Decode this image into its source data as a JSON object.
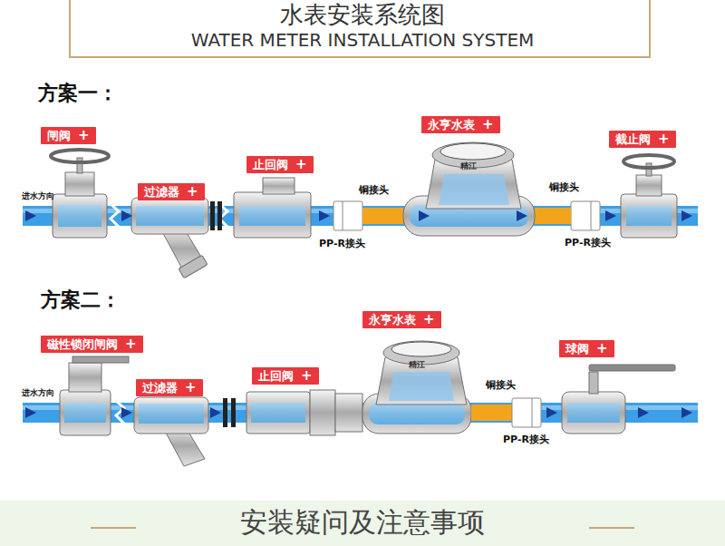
{
  "diagram": {
    "title": "水表安装系统图",
    "nodes": [
      {
        "text": [
          "闸阀",
          "+"
        ]
      },
      {
        "text": [
          "过滤器",
          "+"
        ]
      },
      {
        "text": [
          "止回阀",
          "+"
        ]
      },
      {
        "text": [
          "永亨水表",
          "+"
        ]
      },
      {
        "text": [
          "截止阀",
          "+"
        ]
      },
      {
        "text": [
          "磁性锁闭闸阀",
          "+"
        ]
      },
      {
        "text": [
          "过滤器",
          "+"
        ]
      },
      {
        "text": [
          "止回阀",
          "+"
        ]
      },
      {
        "text": [
          "永亨水表",
          "+"
        ]
      },
      {
        "text": [
          "球阀",
          "+"
        ]
      }
    ],
    "labels": [
      "WATER METER INSTALLATION SYSTEM",
      "方案一：",
      "进水方向",
      "铜接头",
      "铜接头",
      "PP-R接头",
      "PP-R接头",
      "精江",
      "方案二：",
      "进水方向",
      "精江",
      "铜接头",
      "PP-R接头",
      "安装疑问及注意事项"
    ]
  }
}
